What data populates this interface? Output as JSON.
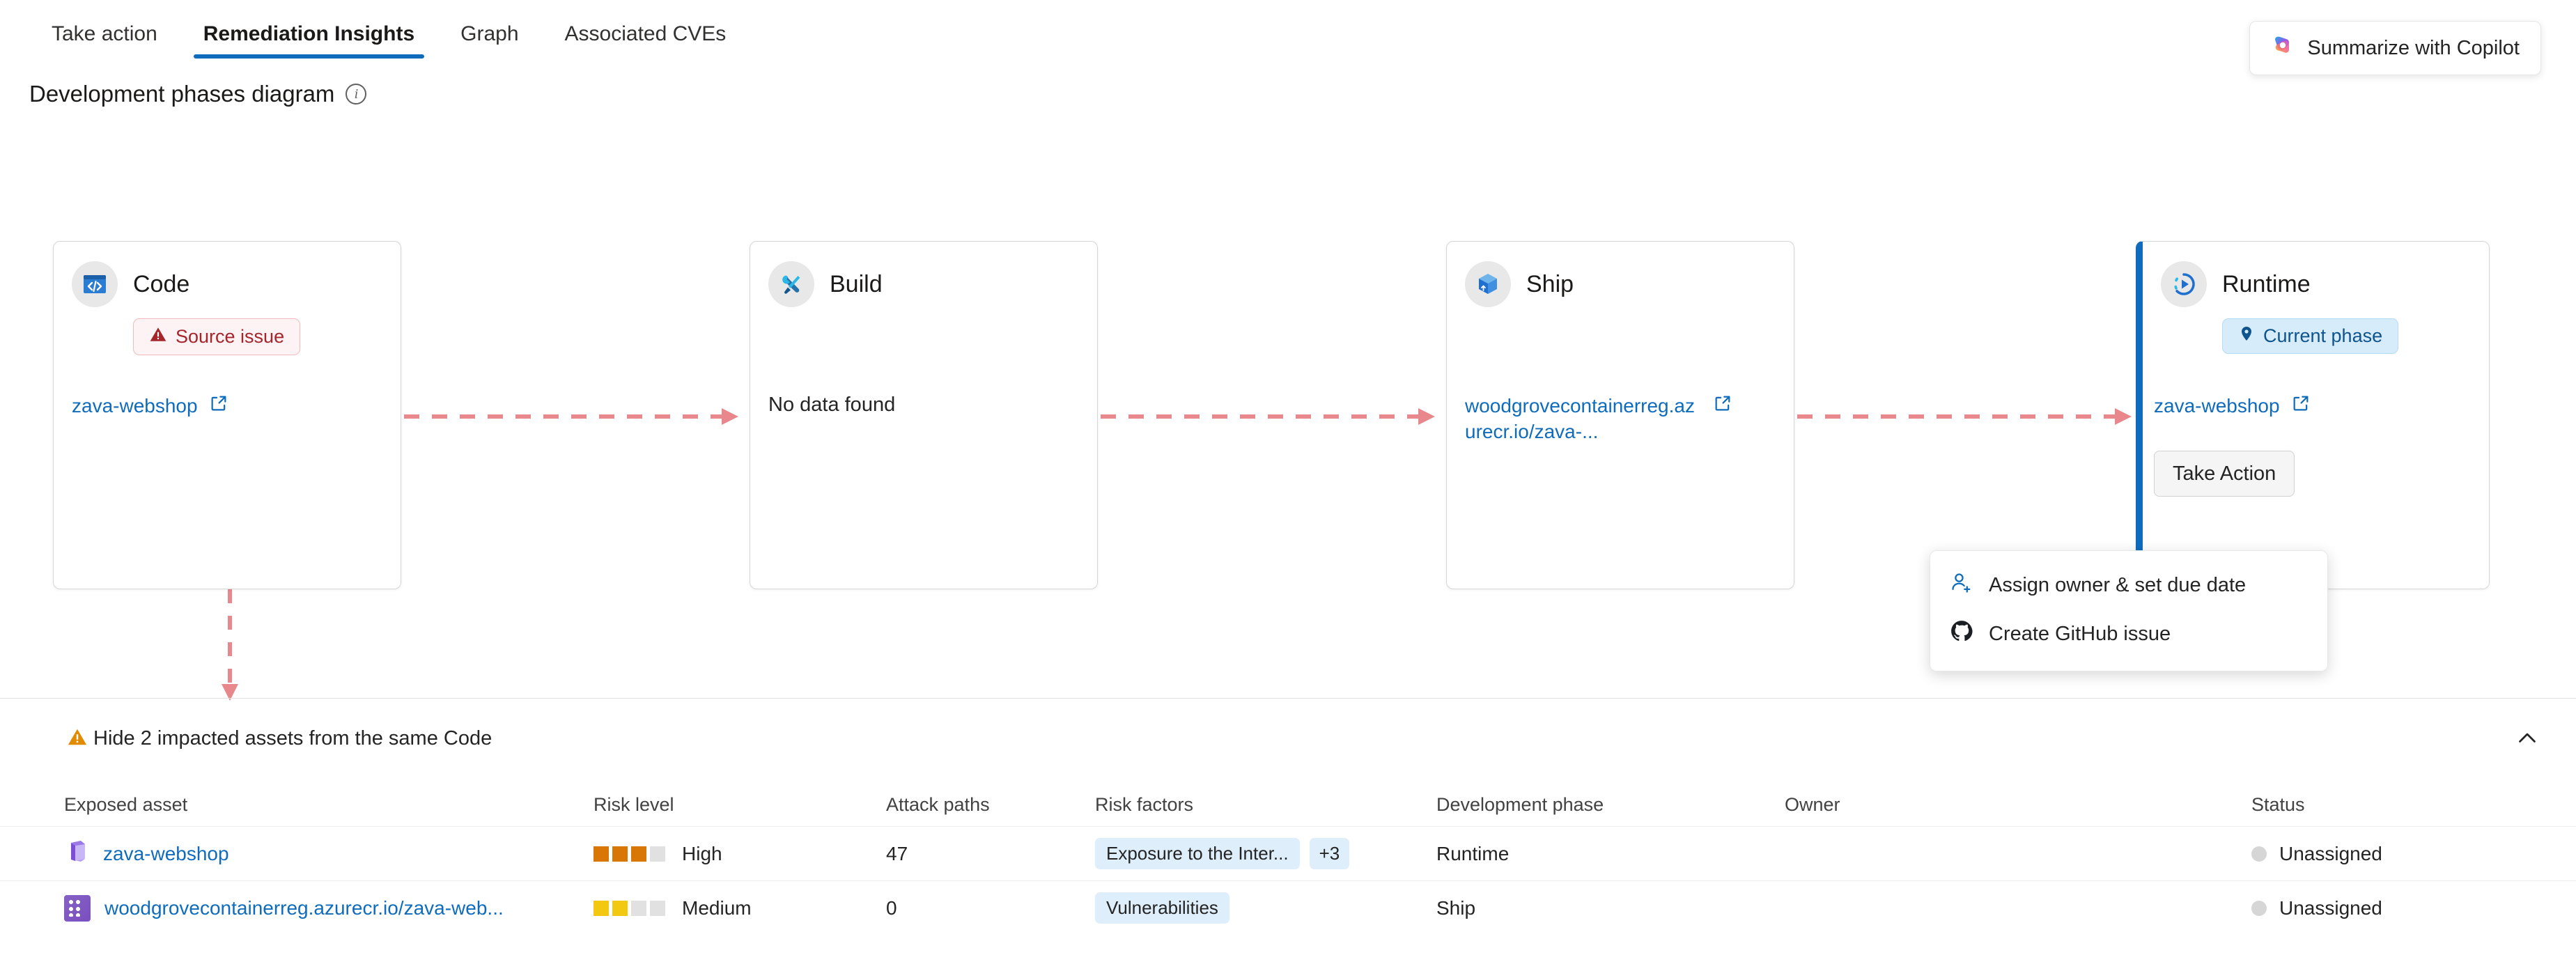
{
  "tabs": [
    {
      "label": "Take action",
      "active": false
    },
    {
      "label": "Remediation Insights",
      "active": true
    },
    {
      "label": "Graph",
      "active": false
    },
    {
      "label": "Associated CVEs",
      "active": false
    }
  ],
  "copilot": {
    "label": "Summarize with Copilot",
    "icon": "copilot-icon"
  },
  "section": {
    "title": "Development phases diagram",
    "info_icon": "info-icon"
  },
  "colors": {
    "accent": "#0f6cbd",
    "link": "#0f6cbd",
    "connector": "#e8888c",
    "high": "#d97706",
    "medium": "#f2c811",
    "empty": "#e1e1e1",
    "warning": "#e08b00",
    "source_issue_text": "#a4262c",
    "current_phase_text": "#0f548c"
  },
  "phases": [
    {
      "name": "Code",
      "icon": "code-window-icon",
      "badge": {
        "text": "Source issue",
        "icon": "warning-triangle-icon",
        "style": "source-issue"
      },
      "asset": "zava-webshop",
      "has_link": true,
      "link_icon": "open-in-new-icon",
      "empty_text": null,
      "current": false
    },
    {
      "name": "Build",
      "icon": "wrench-screwdriver-icon",
      "badge": null,
      "asset": null,
      "has_link": false,
      "link_icon": null,
      "empty_text": "No data found",
      "current": false
    },
    {
      "name": "Ship",
      "icon": "package-box-icon",
      "badge": null,
      "asset": "woodgrovecontainerreg.azurecr.io/zava-...",
      "has_link": true,
      "link_icon": "open-in-new-icon",
      "empty_text": null,
      "current": false
    },
    {
      "name": "Runtime",
      "icon": "runtime-play-icon",
      "badge": {
        "text": "Current phase",
        "icon": "location-pin-icon",
        "style": "current-phase"
      },
      "asset": "zava-webshop",
      "has_link": true,
      "link_icon": "open-in-new-icon",
      "empty_text": null,
      "current": true,
      "take_action_label": "Take Action"
    }
  ],
  "menu": {
    "items": [
      {
        "label": "Assign owner & set due date",
        "icon": "person-add-icon"
      },
      {
        "label": "Create GitHub issue",
        "icon": "github-icon"
      }
    ]
  },
  "assets_section": {
    "hide_label": "Hide 2 impacted assets from the same Code",
    "warning_icon": "warning-triangle-icon",
    "collapse_icon": "chevron-up-icon",
    "headers": [
      "Exposed asset",
      "Risk level",
      "Attack paths",
      "Risk factors",
      "Development phase",
      "Owner",
      "Status"
    ],
    "rows": [
      {
        "asset": "zava-webshop",
        "asset_icon": "cube-3d-icon",
        "risk_level": "High",
        "risk_filled": 3,
        "risk_total": 4,
        "risk_color": "#d97706",
        "attack_paths": "47",
        "risk_factors": [
          "Exposure to the Inter..."
        ],
        "risk_factors_more": "+3",
        "development_phase": "Runtime",
        "owner": "",
        "status": "Unassigned"
      },
      {
        "asset": "woodgrovecontainerreg.azurecr.io/zava-web...",
        "asset_icon": "registry-icon",
        "risk_level": "Medium",
        "risk_filled": 2,
        "risk_total": 4,
        "risk_color": "#f2c811",
        "attack_paths": "0",
        "risk_factors": [
          "Vulnerabilities"
        ],
        "risk_factors_more": null,
        "development_phase": "Ship",
        "owner": "",
        "status": "Unassigned"
      }
    ]
  }
}
